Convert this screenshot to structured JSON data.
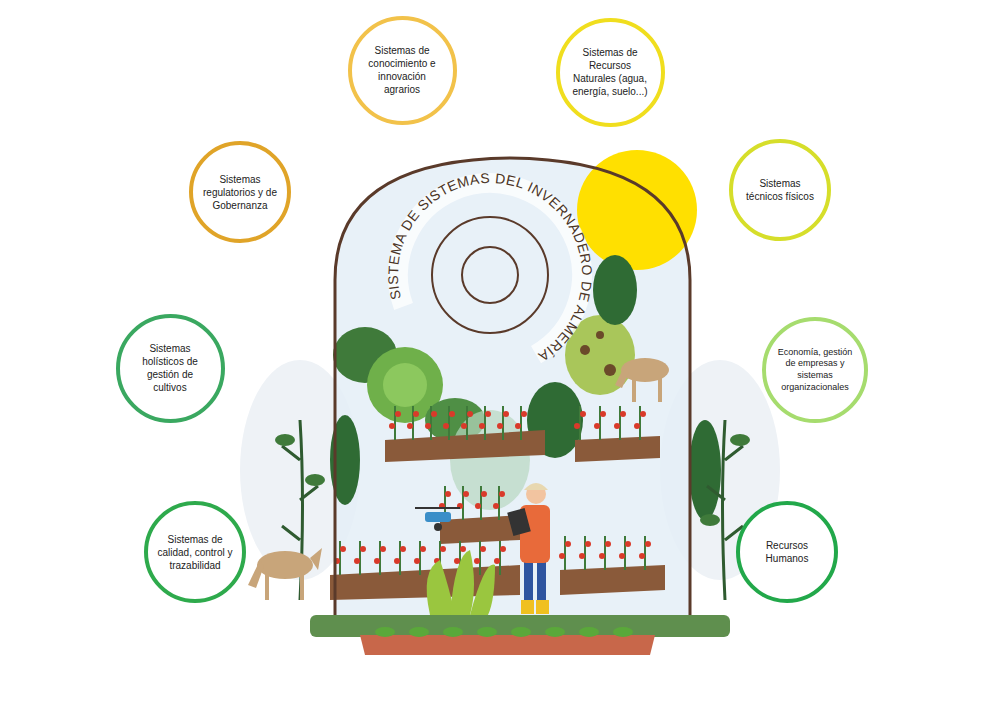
{
  "diagram": {
    "title": "SISTEMA DE SISTEMAS DEL INVERNADERO DE ALMERÍA",
    "nodes": [
      {
        "text": [
          "Sistemas de conocimiento e innovación agrarios"
        ]
      },
      {
        "text": [
          "Sistemas de Recursos Naturales (agua, energía, suelo...)"
        ]
      },
      {
        "text": [
          "Sistemas regulatorios y de Gobernanza"
        ]
      },
      {
        "text": [
          "Sistemas técnicos físicos"
        ]
      },
      {
        "text": [
          "Sistemas holísticos de gestión de cultivos"
        ]
      },
      {
        "text": [
          "Economía, gestión de empresas y sistemas organizacionales"
        ]
      },
      {
        "text": [
          "Sistemas de calidad, control y trazabilidad"
        ]
      },
      {
        "text": [
          "Recursos Humanos"
        ]
      }
    ]
  }
}
